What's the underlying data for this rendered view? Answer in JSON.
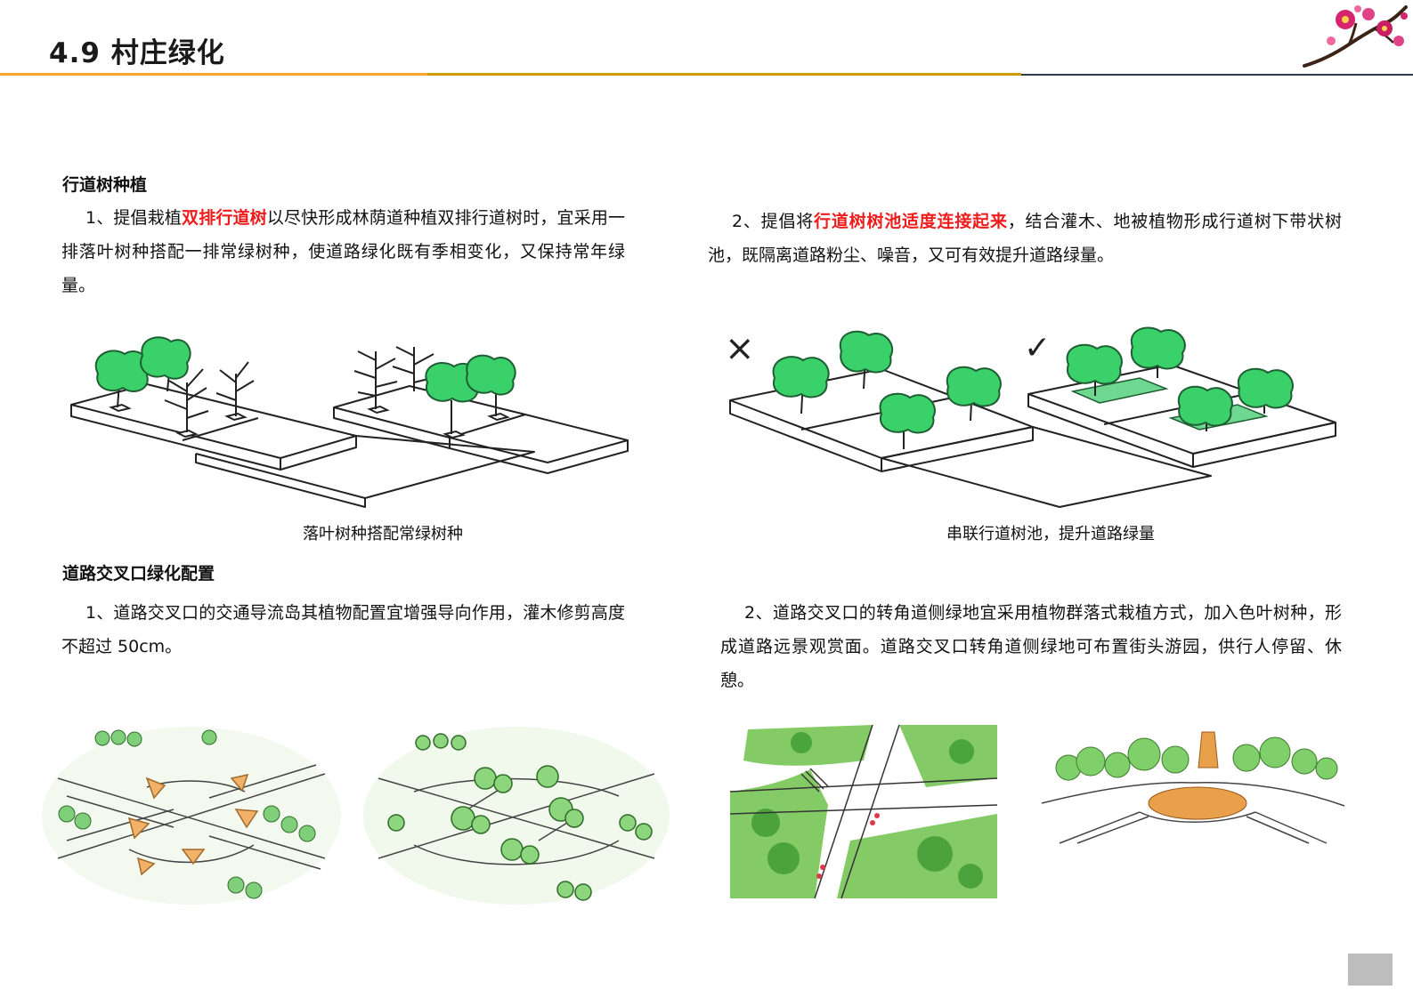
{
  "header": {
    "title": "4.9 村庄绿化"
  },
  "section1": {
    "heading": "行道树种植",
    "p1": {
      "before": "1、提倡栽植",
      "highlight": "双排行道树",
      "after": "以尽快形成林荫道种植双排行道树时，宜采用一排落叶树种搭配一排常绿树种，使道路绿化既有季相变化，又保持常年绿量。"
    },
    "p2": {
      "before": "2、提倡将",
      "highlight": "行道树树池适度连接起来",
      "after": "，结合灌木、地被植物形成行道树下带状树池，既隔离道路粉尘、噪音，又可有效提升道路绿量。"
    },
    "caption_left": "落叶树种搭配常绿树种",
    "caption_right": "串联行道树池，提升道路绿量",
    "mark_wrong": "×",
    "mark_right": "✓"
  },
  "section2": {
    "heading": "道路交叉口绿化配置",
    "p1": "1、道路交叉口的交通导流岛其植物配置宜增强导向作用，灌木修剪高度不超过 50cm。",
    "p2": "2、道路交叉口的转角道侧绿地宜采用植物群落式栽植方式，加入色叶树种，形成道路远景观赏面。道路交叉口转角道侧绿地可布置街头游园，供行人停留、休憩。"
  },
  "colors": {
    "highlight": "#ef1c1c",
    "tree_green": "#3ad06a",
    "rule_orange": "#f5a62b",
    "rule_gold": "#d19a00",
    "rule_dark": "#2e3a4a"
  },
  "icons": {
    "corner": "plum-blossom-icon"
  }
}
